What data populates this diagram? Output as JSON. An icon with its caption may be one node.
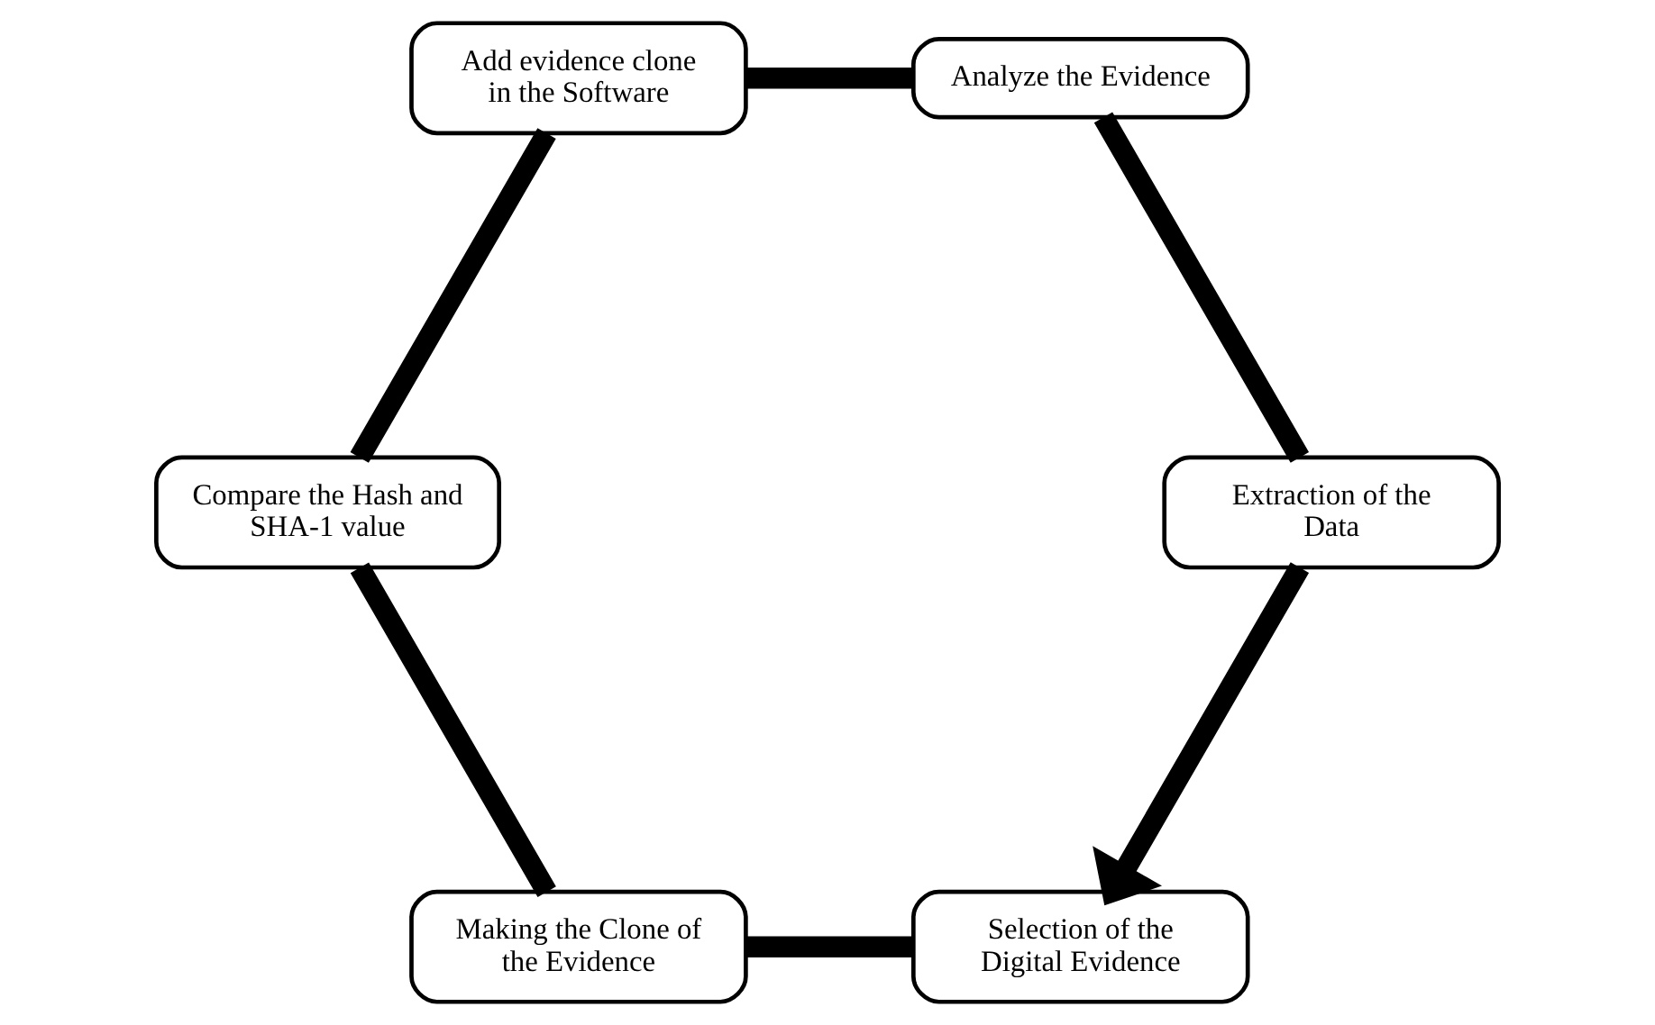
{
  "diagram": {
    "nodes": [
      {
        "text": [
          "Selection of the Digital Evidence"
        ]
      },
      {
        "text": [
          "Making the Clone of the Evidence"
        ]
      },
      {
        "text": [
          "Compare the Hash and SHA-1 value"
        ]
      },
      {
        "text": [
          "Add evidence clone in the Software"
        ]
      },
      {
        "text": [
          "Analyze the Evidence"
        ]
      },
      {
        "text": [
          "Extraction of the Data"
        ]
      }
    ],
    "edges": [
      {
        "from": 0,
        "to": 1,
        "arrow": "none"
      },
      {
        "from": 1,
        "to": 2,
        "arrow": "none"
      },
      {
        "from": 2,
        "to": 3,
        "arrow": "none"
      },
      {
        "from": 3,
        "to": 4,
        "arrow": "none"
      },
      {
        "from": 4,
        "to": 5,
        "arrow": "none"
      },
      {
        "from": 5,
        "to": 0,
        "arrow": "to"
      }
    ]
  }
}
